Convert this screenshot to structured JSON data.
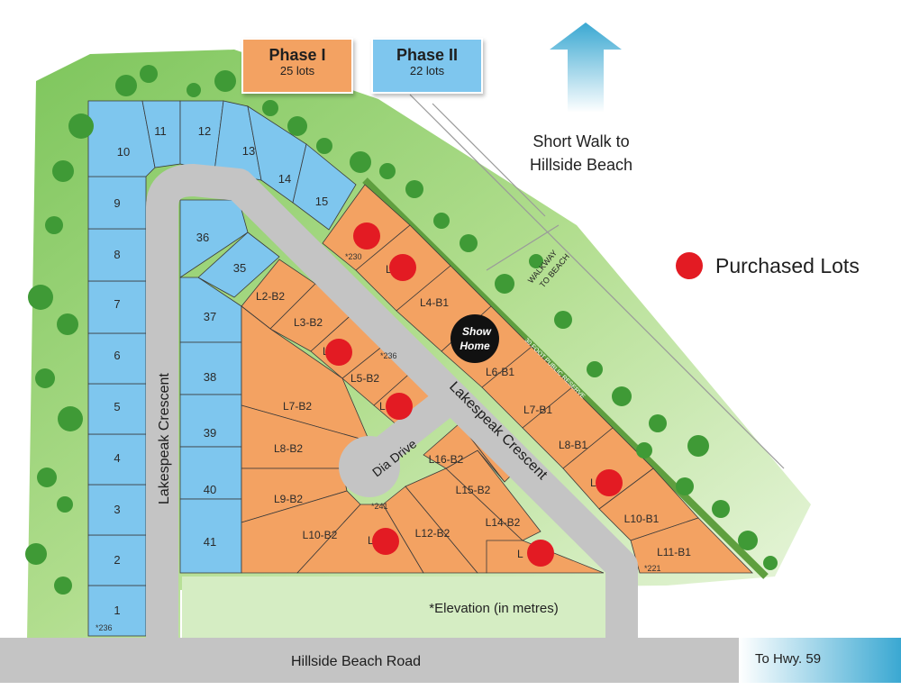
{
  "legend": {
    "phase1": {
      "title": "Phase I",
      "subtitle": "25 lots",
      "color": "#f3a262"
    },
    "phase2": {
      "title": "Phase II",
      "subtitle": "22 lots",
      "color": "#7ec6ee"
    },
    "purchased": {
      "label": "Purchased Lots",
      "color": "#e31b23"
    }
  },
  "walk_to_beach": {
    "line1": "Short Walk to",
    "line2": "Hillside Beach",
    "arrow_color": "#3aa8d2"
  },
  "streets": {
    "lakespeak_west": "Lakespeak Crescent",
    "lakespeak_diag": "Lakespeak Crescent",
    "dia_drive": "Dia Drive",
    "hillside_beach_road": "Hillside Beach Road",
    "to_hwy": "To Hwy. 59"
  },
  "labels": {
    "walkway_line1": "WALKWAY",
    "walkway_line2": "TO BEACH",
    "public_reserve": "30 FOOT PUBLIC RESERVE",
    "elevation_note": "*Elevation (in metres)",
    "show_home_line1": "Show",
    "show_home_line2": "Home"
  },
  "elevations": [
    "*236",
    "*230",
    "*236",
    "*241",
    "*221"
  ],
  "phase2_lots_west": [
    "1",
    "2",
    "3",
    "4",
    "5",
    "6",
    "7",
    "8",
    "9",
    "10"
  ],
  "phase2_lots_north": [
    "11",
    "12",
    "13",
    "14",
    "15"
  ],
  "phase2_lots_inner": [
    "36",
    "35",
    "37",
    "38",
    "39",
    "40",
    "41"
  ],
  "phase1_lots": [
    "L2-B2",
    "L3-B2",
    "L",
    "L5-B2",
    "L",
    "L7-B2",
    "L8-B2",
    "L9-B2",
    "L10-B2",
    "L",
    "L12-B2",
    "L",
    "L14-B2",
    "L15-B2",
    "L16-B2",
    "L",
    "L4-B1",
    "L6-B1",
    "L7-B1",
    "L8-B1",
    "L",
    "L10-B1",
    "L11-B1"
  ],
  "colors": {
    "grass": "#8fcf6a",
    "road": "#c4c4c4",
    "phase1": "#f3a262",
    "phase2": "#7ec6ee",
    "tree": "#3f9a36",
    "purchased": "#e31b23"
  }
}
